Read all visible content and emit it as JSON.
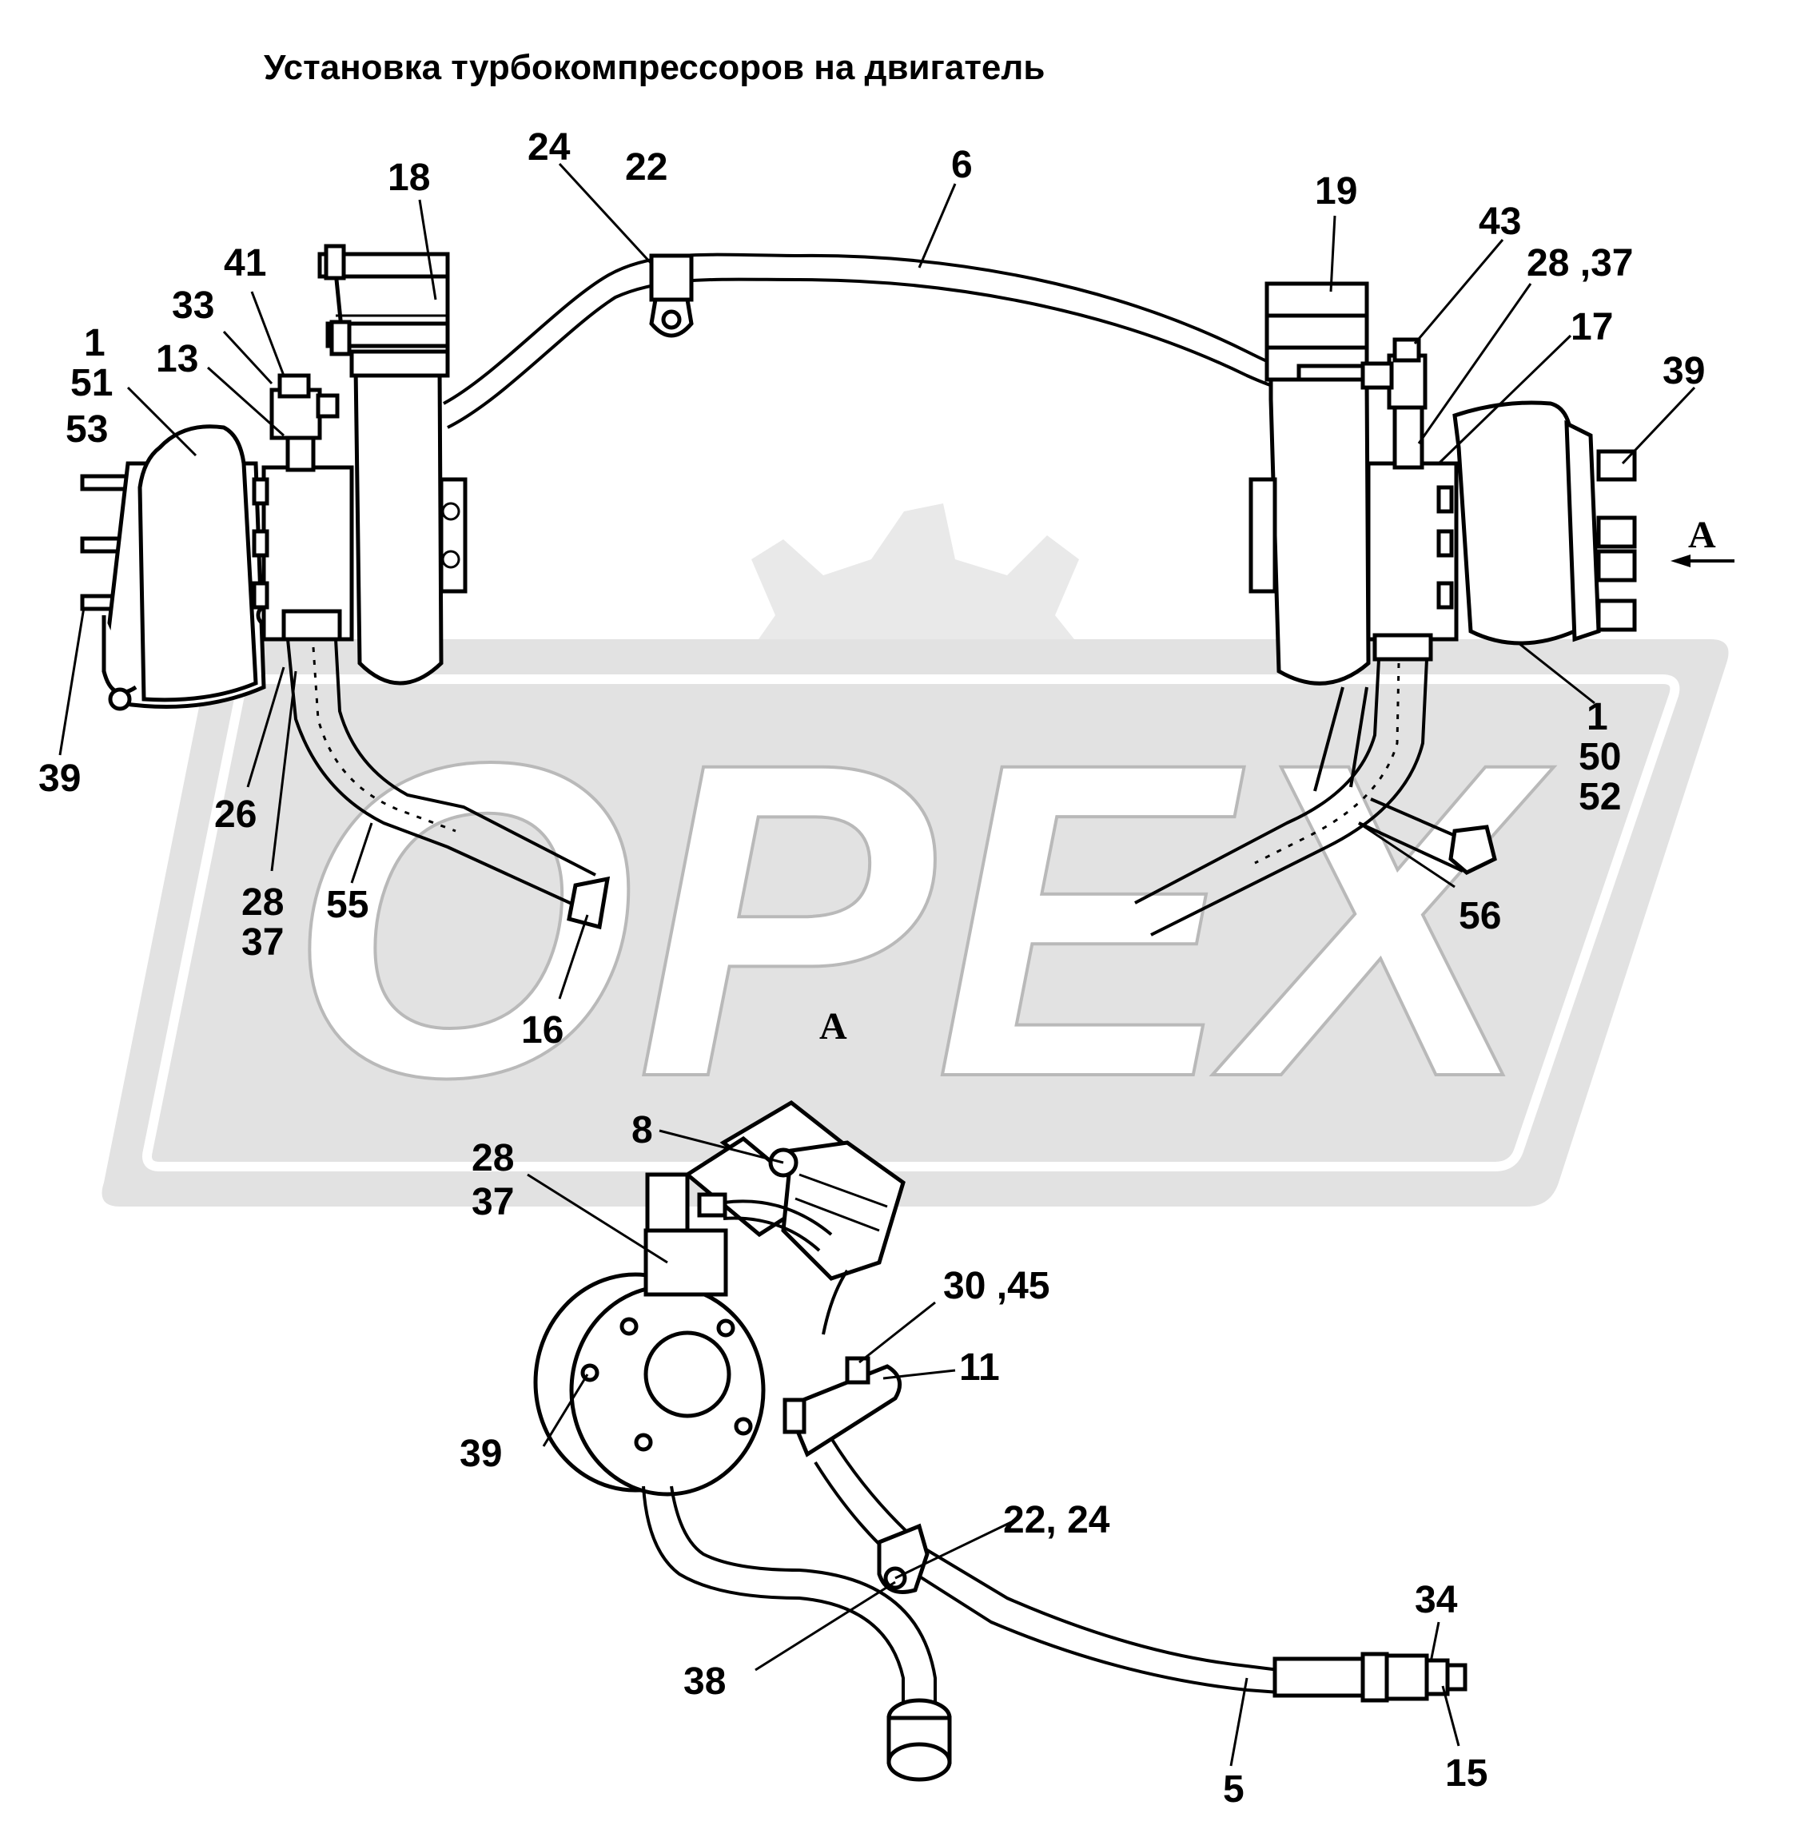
{
  "title": "Установка турбокомпрессоров на двигатель",
  "watermark": {
    "text": "OPEX",
    "color": "#e4e4e4"
  },
  "view_marker": {
    "arrow_label": "A",
    "view_label": "A"
  },
  "callouts": {
    "c24": "24",
    "c22": "22",
    "c6": "6",
    "c18": "18",
    "c19": "19",
    "c43": "43",
    "c28_37_right": "28 ,37",
    "c17": "17",
    "c39_right_top": "39",
    "c41": "41",
    "c33": "33",
    "c1_left": "1",
    "c51": "51",
    "c13": "13",
    "c53": "53",
    "c39_left": "39",
    "c26": "26",
    "c28_left": "28",
    "c37_left": "37",
    "c55": "55",
    "c16": "16",
    "c1_right": "1",
    "c50": "50",
    "c52": "52",
    "c56": "56",
    "c8": "8",
    "c28_bottom": "28",
    "c37_bottom": "37",
    "c30_45": "30 ,45",
    "c11": "11",
    "c39_bottom": "39",
    "c22_24": "22, 24",
    "c38": "38",
    "c34": "34",
    "c5": "5",
    "c15": "15"
  }
}
